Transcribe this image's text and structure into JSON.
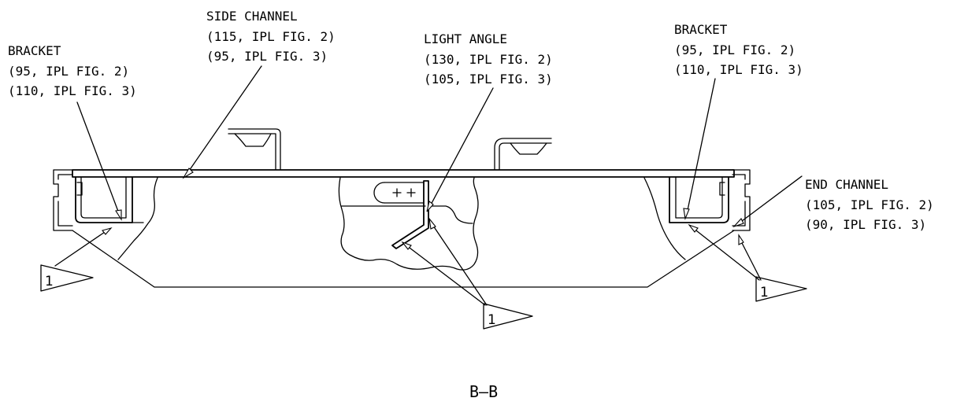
{
  "callouts": {
    "side_channel": [
      "SIDE CHANNEL",
      "(115, IPL FIG. 2)",
      "(95, IPL FIG. 3)"
    ],
    "bracket_left": [
      "BRACKET",
      "(95, IPL FIG. 2)",
      "(110, IPL FIG. 3)"
    ],
    "light_angle": [
      "LIGHT ANGLE",
      "(130, IPL FIG. 2)",
      "(105, IPL FIG. 3)"
    ],
    "bracket_right": [
      "BRACKET",
      "(95, IPL FIG. 2)",
      "(110, IPL FIG. 3)"
    ],
    "end_channel": [
      "END CHANNEL",
      "(105, IPL FIG. 2)",
      "(90, IPL FIG. 3)"
    ]
  },
  "flag_notes": {
    "left": "1",
    "center": "1",
    "right": "1"
  },
  "section_label": "B–B"
}
